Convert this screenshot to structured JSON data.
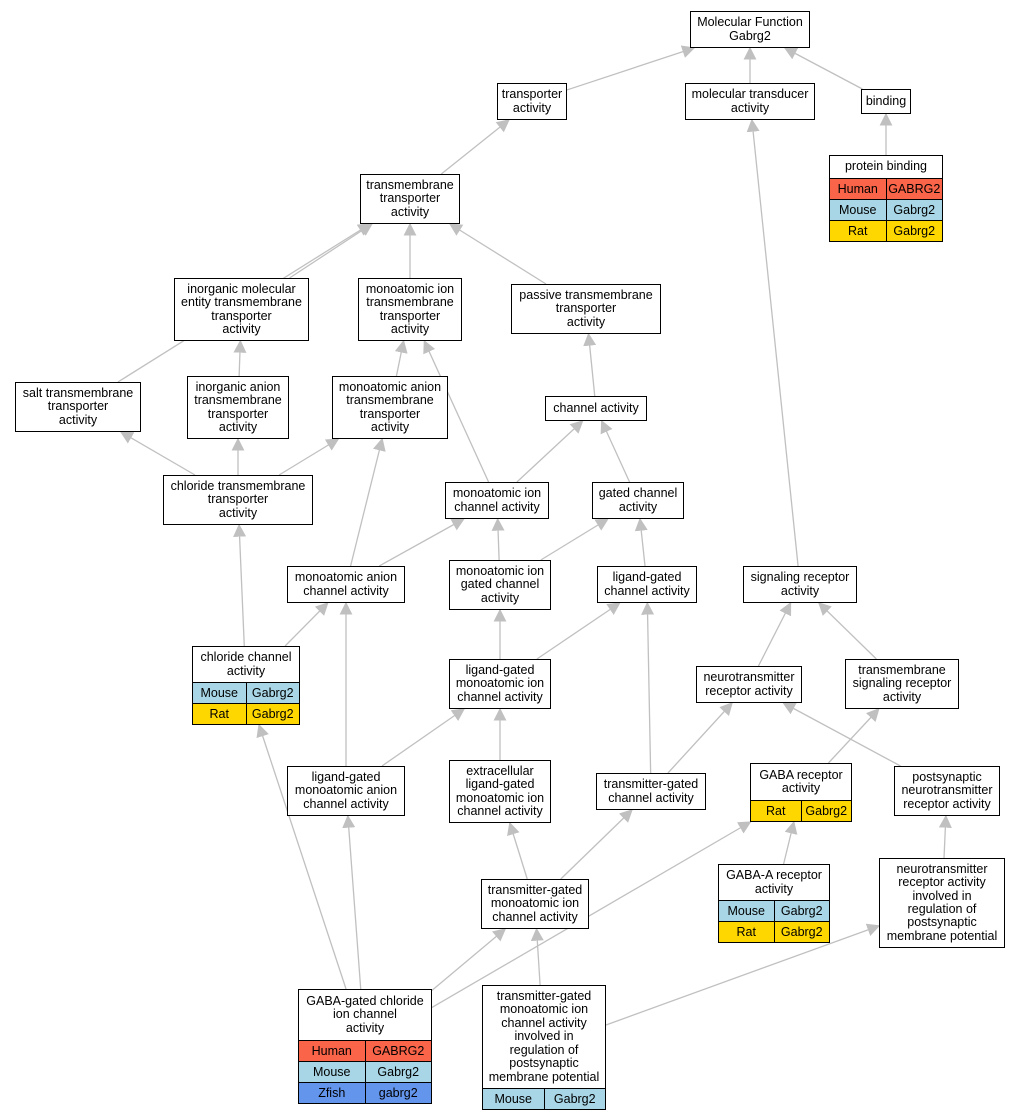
{
  "colors": {
    "edge": "#c0c0c0",
    "Human": "#fa6449",
    "Mouse": "#a8d6e6",
    "Rat": "#ffd700",
    "Zfish": "#6495ed"
  },
  "nodes": [
    {
      "id": "mf",
      "label": "Molecular Function\nGabrg2"
    },
    {
      "id": "ta",
      "label": "transporter\nactivity"
    },
    {
      "id": "mta",
      "label": "molecular transducer\nactivity"
    },
    {
      "id": "bind",
      "label": "binding"
    },
    {
      "id": "pb",
      "label": "protein binding",
      "rows": [
        [
          "Human",
          "GABRG2"
        ],
        [
          "Mouse",
          "Gabrg2"
        ],
        [
          "Rat",
          "Gabrg2"
        ]
      ]
    },
    {
      "id": "tmta",
      "label": "transmembrane\ntransporter\nactivity"
    },
    {
      "id": "imetta",
      "label": "inorganic molecular\nentity transmembrane\ntransporter\nactivity"
    },
    {
      "id": "miotta",
      "label": "monoatomic ion\ntransmembrane\ntransporter\nactivity"
    },
    {
      "id": "ptta",
      "label": "passive transmembrane\ntransporter\nactivity"
    },
    {
      "id": "stta",
      "label": "salt transmembrane\ntransporter\nactivity"
    },
    {
      "id": "iatta",
      "label": "inorganic anion\ntransmembrane\ntransporter\nactivity"
    },
    {
      "id": "maatta",
      "label": "monoatomic anion\ntransmembrane\ntransporter\nactivity"
    },
    {
      "id": "ca",
      "label": "channel activity"
    },
    {
      "id": "ctta",
      "label": "chloride transmembrane\ntransporter\nactivity"
    },
    {
      "id": "mica",
      "label": "monoatomic ion\nchannel activity"
    },
    {
      "id": "gca",
      "label": "gated channel\nactivity"
    },
    {
      "id": "maca",
      "label": "monoatomic anion\nchannel activity"
    },
    {
      "id": "migca",
      "label": "monoatomic ion\ngated channel\nactivity"
    },
    {
      "id": "lgca",
      "label": "ligand-gated\nchannel activity"
    },
    {
      "id": "sra",
      "label": "signaling receptor\nactivity"
    },
    {
      "id": "cca",
      "label": "chloride channel\nactivity",
      "rows": [
        [
          "Mouse",
          "Gabrg2"
        ],
        [
          "Rat",
          "Gabrg2"
        ]
      ]
    },
    {
      "id": "lgmica",
      "label": "ligand-gated\nmonoatomic ion\nchannel activity"
    },
    {
      "id": "nra",
      "label": "neurotransmitter\nreceptor activity"
    },
    {
      "id": "tsra",
      "label": "transmembrane\nsignaling receptor\nactivity"
    },
    {
      "id": "lgmaca",
      "label": "ligand-gated\nmonoatomic anion\nchannel activity"
    },
    {
      "id": "elgmica",
      "label": "extracellular\nligand-gated\nmonoatomic ion\nchannel activity"
    },
    {
      "id": "tgca",
      "label": "transmitter-gated\nchannel activity"
    },
    {
      "id": "gabara",
      "label": "GABA receptor\nactivity",
      "rows": [
        [
          "Rat",
          "Gabrg2"
        ]
      ]
    },
    {
      "id": "pnra",
      "label": "postsynaptic\nneurotransmitter\nreceptor activity"
    },
    {
      "id": "gabaa",
      "label": "GABA-A receptor\nactivity",
      "rows": [
        [
          "Mouse",
          "Gabrg2"
        ],
        [
          "Rat",
          "Gabrg2"
        ]
      ]
    },
    {
      "id": "tgmica",
      "label": "transmitter-gated\nmonoatomic ion\nchannel activity"
    },
    {
      "id": "nrair",
      "label": "neurotransmitter\nreceptor activity\ninvolved in\nregulation of\npostsynaptic\nmembrane potential"
    },
    {
      "id": "gcica",
      "label": "GABA-gated chloride\nion channel\nactivity",
      "rows": [
        [
          "Human",
          "GABRG2"
        ],
        [
          "Mouse",
          "Gabrg2"
        ],
        [
          "Zfish",
          "gabrg2"
        ]
      ]
    },
    {
      "id": "tgmicair",
      "label": "transmitter-gated\nmonoatomic ion\nchannel activity\ninvolved in\nregulation of\npostsynaptic\nmembrane potential",
      "rows": [
        [
          "Mouse",
          "Gabrg2"
        ]
      ]
    }
  ],
  "edges": [
    [
      "ta",
      "mf"
    ],
    [
      "mta",
      "mf"
    ],
    [
      "bind",
      "mf"
    ],
    [
      "pb",
      "bind"
    ],
    [
      "tmta",
      "ta"
    ],
    [
      "imetta",
      "tmta"
    ],
    [
      "miotta",
      "tmta"
    ],
    [
      "ptta",
      "tmta"
    ],
    [
      "stta",
      "tmta"
    ],
    [
      "iatta",
      "imetta"
    ],
    [
      "maatta",
      "miotta"
    ],
    [
      "ca",
      "ptta"
    ],
    [
      "ctta",
      "stta"
    ],
    [
      "ctta",
      "iatta"
    ],
    [
      "ctta",
      "maatta"
    ],
    [
      "mica",
      "miotta"
    ],
    [
      "mica",
      "ca"
    ],
    [
      "gca",
      "ca"
    ],
    [
      "maca",
      "maatta"
    ],
    [
      "maca",
      "mica"
    ],
    [
      "migca",
      "mica"
    ],
    [
      "migca",
      "gca"
    ],
    [
      "lgca",
      "gca"
    ],
    [
      "sra",
      "mta"
    ],
    [
      "cca",
      "ctta"
    ],
    [
      "cca",
      "maca"
    ],
    [
      "lgmica",
      "migca"
    ],
    [
      "lgmica",
      "lgca"
    ],
    [
      "nra",
      "sra"
    ],
    [
      "tsra",
      "sra"
    ],
    [
      "lgmaca",
      "maca"
    ],
    [
      "lgmaca",
      "lgmica"
    ],
    [
      "elgmica",
      "lgmica"
    ],
    [
      "tgca",
      "lgca"
    ],
    [
      "tgca",
      "nra"
    ],
    [
      "gabara",
      "tsra"
    ],
    [
      "pnra",
      "nra"
    ],
    [
      "gabaa",
      "gabara"
    ],
    [
      "tgmica",
      "elgmica"
    ],
    [
      "tgmica",
      "tgca"
    ],
    [
      "nrair",
      "pnra"
    ],
    [
      "gcica",
      "cca"
    ],
    [
      "gcica",
      "lgmaca"
    ],
    [
      "gcica",
      "tgmica"
    ],
    [
      "gcica",
      "gabara"
    ],
    [
      "tgmicair",
      "tgmica"
    ],
    [
      "tgmicair",
      "nrair"
    ]
  ]
}
